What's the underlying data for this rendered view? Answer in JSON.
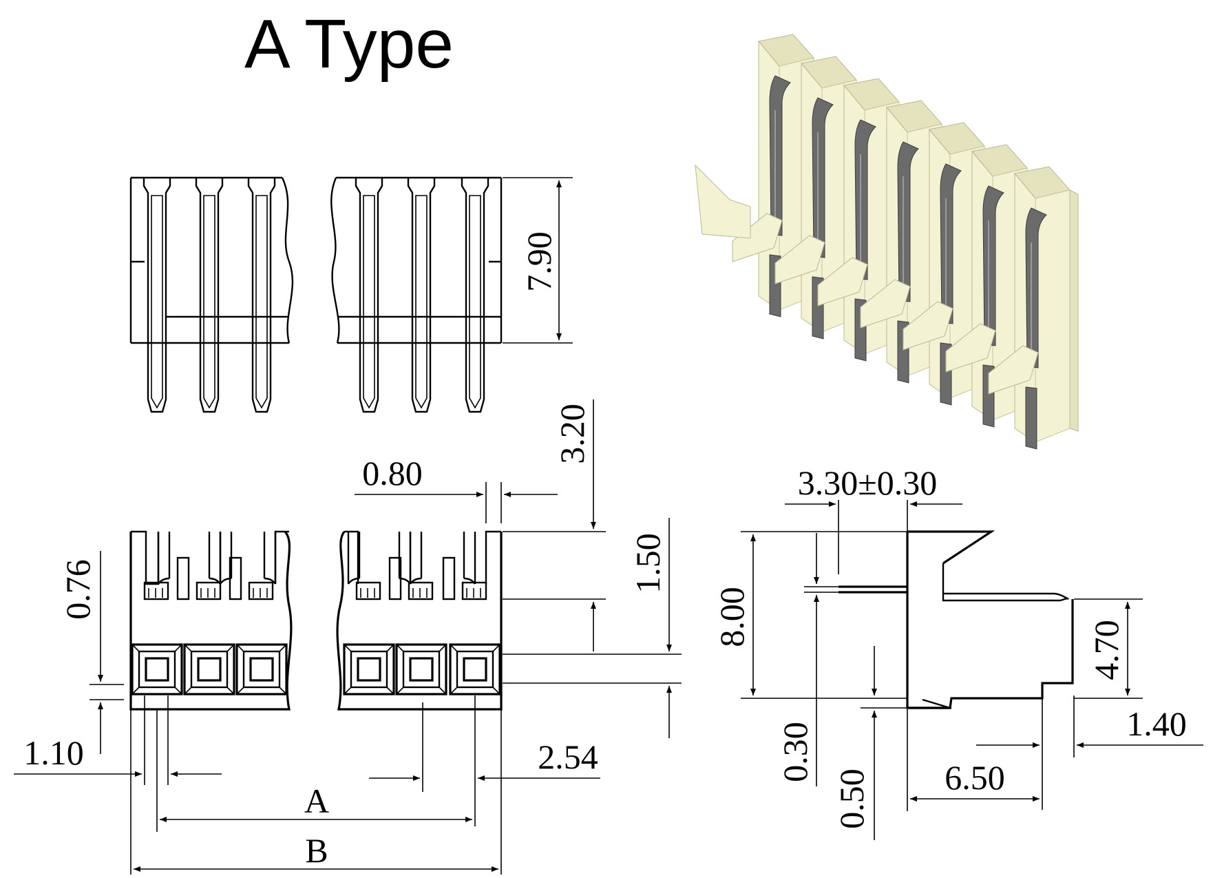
{
  "title": "A Type",
  "render_3d": {
    "body_color": "#f3f2d2",
    "shade_color": "#e4e3bd",
    "pin_color": "#6b6b6b",
    "pin_count": 7
  },
  "dimensions": {
    "d_790": "7.90",
    "d_320": "3.20",
    "d_080": "0.80",
    "d_150": "1.50",
    "d_076": "0.76",
    "d_110": "1.10",
    "d_254": "2.54",
    "d_A": "A",
    "d_B": "B",
    "d_330": "3.30±0.30",
    "d_800": "8.00",
    "d_470": "4.70",
    "d_030": "0.30",
    "d_050": "0.50",
    "d_650": "6.50",
    "d_140": "1.40"
  }
}
